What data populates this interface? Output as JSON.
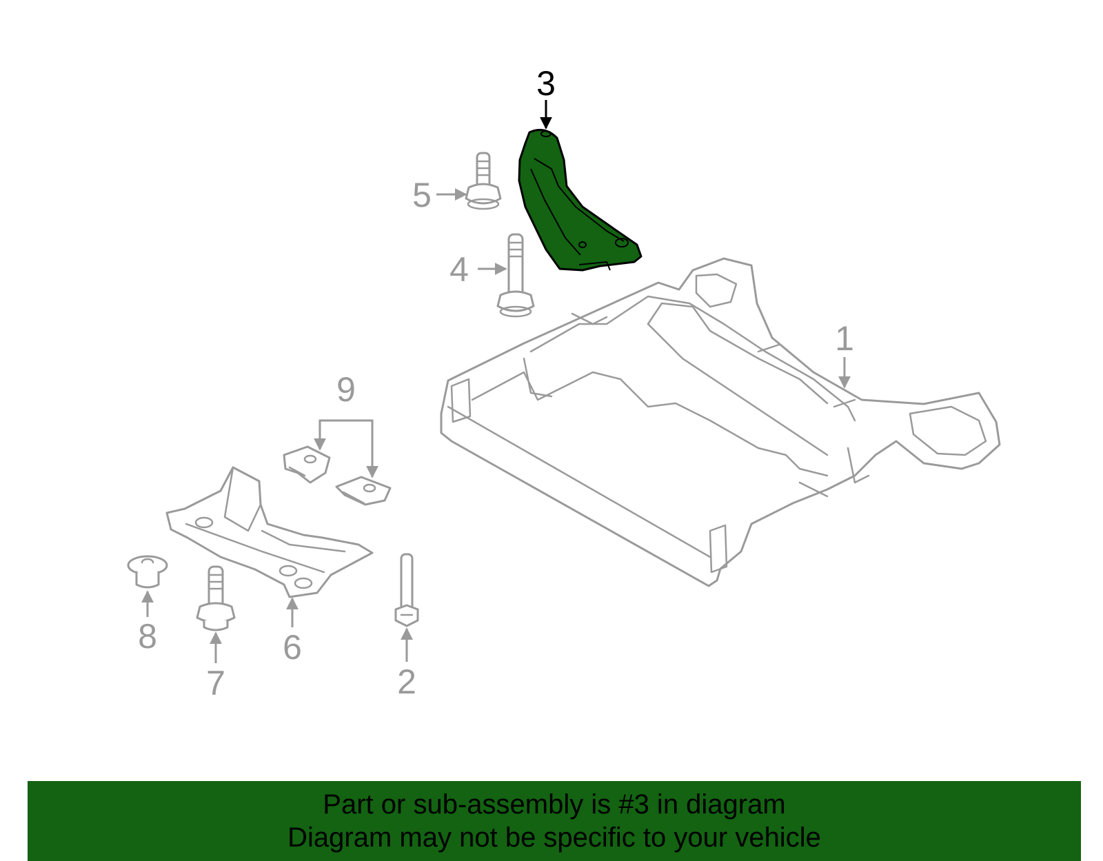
{
  "callouts": {
    "c1": "1",
    "c2": "2",
    "c3": "3",
    "c4": "4",
    "c5": "5",
    "c6": "6",
    "c7": "7",
    "c8": "8",
    "c9": "9"
  },
  "highlight": {
    "part": "3",
    "color": "#136312"
  },
  "banner": {
    "line1": "Part or sub-assembly is #3 in diagram",
    "line2": "Diagram may not be specific to your vehicle"
  }
}
